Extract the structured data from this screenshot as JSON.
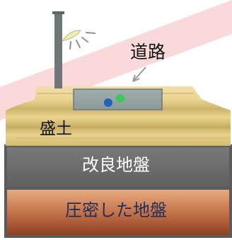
{
  "labels": {
    "road": "道路",
    "embankment": "盛土",
    "improved_ground": "改良地盤",
    "compacted_ground": "圧密した地盤"
  },
  "colors": {
    "light_beam": "#f7d2d2",
    "road_surface": "#8f9f9f",
    "embankment": "#e4cf8e",
    "improved_ground": "#6c6c6c",
    "compacted_ground": "#b8643e",
    "ground_border": "#5b5b5b",
    "lamp_light": "#f5f0b5",
    "dot_blue": "#1f64ba",
    "dot_green": "#3cc85a"
  },
  "icons": {
    "street_lamp": "street-lamp-icon",
    "vehicle_dots": "traffic-dots",
    "road_pointer": "road-pointer-arrow"
  }
}
